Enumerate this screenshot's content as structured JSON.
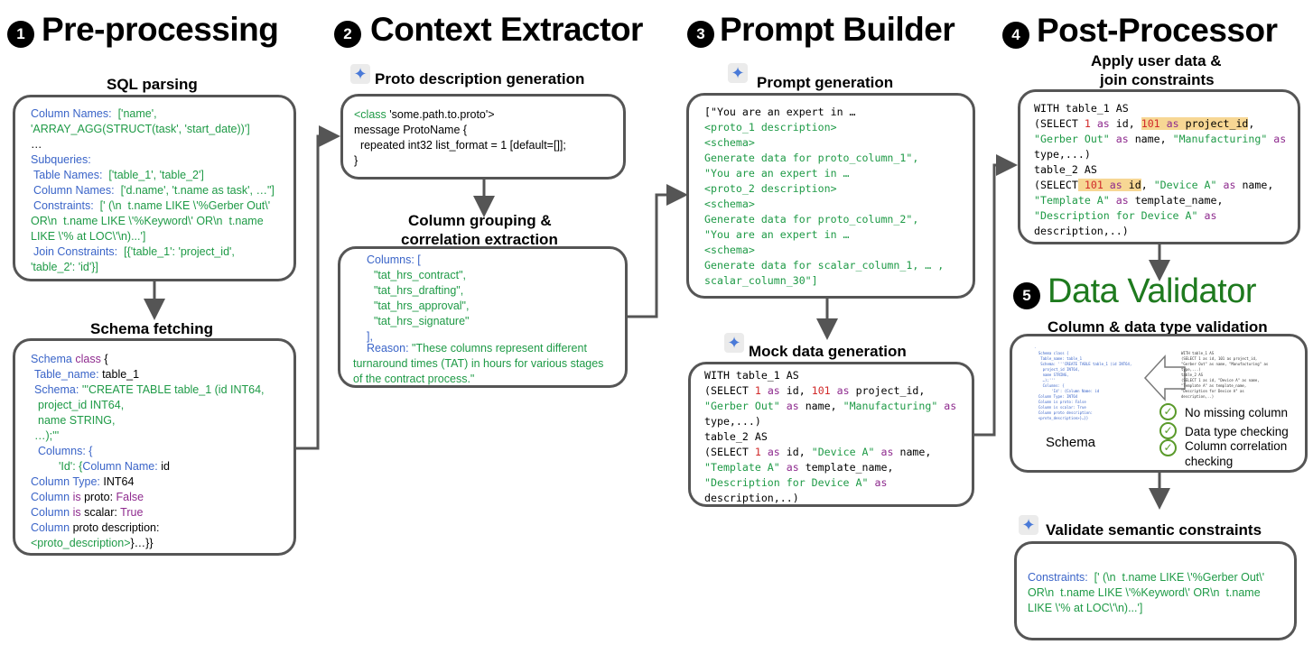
{
  "steps": [
    {
      "num": "1",
      "title": "Pre-processing"
    },
    {
      "num": "2",
      "title": "Context Extractor"
    },
    {
      "num": "3",
      "title": "Prompt Builder"
    },
    {
      "num": "4",
      "title": "Post-Processor"
    },
    {
      "num": "5",
      "title": "Data Validator"
    }
  ],
  "sections": {
    "sql_parsing": "SQL parsing",
    "schema_fetching": "Schema fetching",
    "proto_desc": "Proto description generation",
    "col_group_1": "Column grouping &",
    "col_group_2": "correlation extraction",
    "prompt_gen": "Prompt generation",
    "mock_gen": "Mock data generation",
    "apply_user_1": "Apply user data &",
    "apply_user_2": "join constraints",
    "col_type_val": "Column & data type validation",
    "validate_sem": "Validate semantic constraints"
  },
  "sql_box": {
    "colnames_label": "Column Names:",
    "colnames_val1": "['name',",
    "colnames_val2": "'ARRAY_AGG(STRUCT(task', 'start_date))']",
    "ellipsis": "…",
    "subqueries": "Subqueries:",
    "tablenames_label": "Table Names:",
    "tablenames_val": "['table_1', 'table_2']",
    "colnames2_label": "Column Names:",
    "colnames2_val": "['d.name', 't.name as task', …\"]",
    "constraints_label": "Constraints:",
    "constraints_val1": "[' (\\n  t.name LIKE \\'%Gerber Out\\'",
    "constraints_val2": "OR\\n  t.name LIKE \\'%Keyword\\' OR\\n  t.name",
    "constraints_val3": "LIKE \\'% at LOC\\'\\n)...']",
    "join_label": "Join Constraints:",
    "join_val1": "[{'table_1': 'project_id',",
    "join_val2": "'table_2': 'id'}]"
  },
  "schema_box": {
    "l1_a": "Schema",
    "l1_b": "class",
    "l1_c": "{",
    "l2_a": "Table_name:",
    "l2_b": "table_1",
    "l3_a": "Schema:",
    "l3_b": "'''CREATE TABLE table_1 (id INT64,",
    "l4": "project_id INT64,",
    "l5": "name STRING,",
    "l6": "…);'''",
    "l7": "Columns: {",
    "l8_a": "'Id': {",
    "l8_b": "Column Name:",
    "l8_c": "id",
    "l9_a": "Column Type:",
    "l9_b": "INT64",
    "l10_a": "Column",
    "l10_b": "is",
    "l10_c": "proto:",
    "l10_d": "False",
    "l11_a": "Column",
    "l11_b": "is",
    "l11_c": "scalar:",
    "l11_d": "True",
    "l12_a": "Column",
    "l12_b": "proto description:",
    "l13_a": "<proto_description>",
    "l13_b": "}…}}"
  },
  "proto_box": {
    "l1_a": "<class",
    "l1_b": "'some.path.to.proto'>",
    "l2": "message ProtoName {",
    "l3": "  repeated int32 list_format = 1 [default=[]];",
    "l4": "}"
  },
  "group_box": {
    "l1": "Columns: [",
    "l2": "\"tat_hrs_contract\",",
    "l3": "\"tat_hrs_drafting\",",
    "l4": "\"tat_hrs_approval\",",
    "l5": "\"tat_hrs_signature\"",
    "l6": "],",
    "l7_a": "Reason:",
    "l7_b": "\"These columns represent different",
    "l8": "turnaround times (TAT) in hours for various stages",
    "l9": "of the contract process.\""
  },
  "prompt_box": {
    "l1": "[\"You are an expert in …",
    "l2": "<proto_1 description>",
    "l3": "<schema>",
    "l4": "Generate data for proto_column_1\",",
    "l5": "\"You are an expert in …",
    "l6": "<proto_2 description>",
    "l7": "<schema>",
    "l8": "Generate data for proto_column_2\",",
    "l9": "\"You are an expert in …",
    "l10": "<schema>",
    "l11": "Generate data for scalar_column_1, … ,",
    "l12": "scalar_column_30\"]"
  },
  "sqlcode": {
    "with": "WITH table_1 AS",
    "select": "(SELECT",
    "one": "1",
    "as": "as",
    "id": "id,",
    "id_noc": "id",
    "comma": ",",
    "v101": "101",
    "project_id": "project_id,",
    "project_id_hl": "project_id",
    "gerber": "\"Gerber Out\"",
    "name": "name,",
    "manufacturing": "\"Manufacturing\"",
    "type": "type,...)",
    "table2": "table_2 AS",
    "select_1": "(SELECT",
    "deviceA": "\"Device A\"",
    "templateA": "\"Template A\"",
    "template_name": "template_name,",
    "desc": "\"Description for Device A\"",
    "description": "description,..)"
  },
  "validator": {
    "schema_label": "Schema",
    "check1": "No missing column",
    "check2": "Data type checking",
    "check3a": "Column correlation",
    "check3b": "checking"
  },
  "semantic_box": {
    "label": "Constraints:",
    "v1": "[' (\\n  t.name LIKE \\'%Gerber Out\\'",
    "v2": "OR\\n  t.name LIKE \\'%Keyword\\' OR\\n  t.name",
    "v3": "LIKE \\'% at LOC\\'\\n)...']"
  }
}
